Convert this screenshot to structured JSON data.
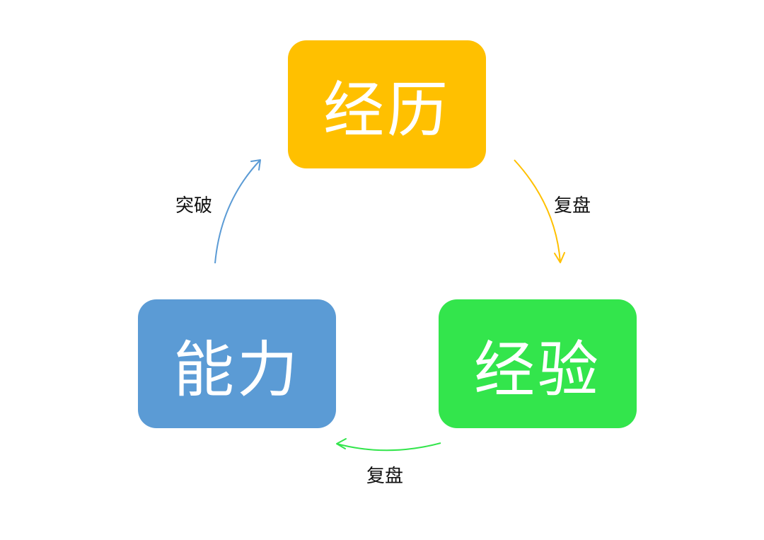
{
  "nodes": {
    "experience": {
      "label": "经历",
      "color": "#FFC000"
    },
    "lesson": {
      "label": "经验",
      "color": "#33E54C"
    },
    "ability": {
      "label": "能力",
      "color": "#5B9BD5"
    }
  },
  "edges": {
    "experience_to_lesson": {
      "label": "复盘",
      "color": "#FFC000"
    },
    "lesson_to_ability": {
      "label": "复盘",
      "color": "#33E54C"
    },
    "ability_to_experience": {
      "label": "突破",
      "color": "#5B9BD5"
    }
  }
}
